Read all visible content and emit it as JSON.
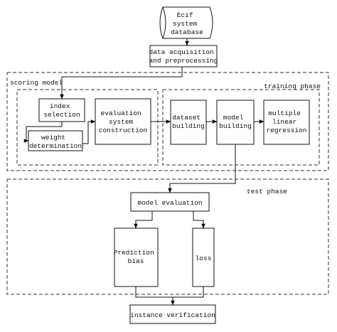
{
  "database": {
    "lines": [
      "Ecif",
      "system",
      "database"
    ]
  },
  "acquisition": {
    "lines": [
      "data acquisition",
      "and preprocessing"
    ]
  },
  "regions": {
    "scoring_model": "scoring model",
    "training_phase": "training phase",
    "test_phase": "test phase"
  },
  "scoring": {
    "index_selection": [
      "index",
      "selection"
    ],
    "weight_determination": [
      "weight",
      "determination"
    ],
    "evaluation_system": [
      "evaluation",
      "system",
      "construction"
    ]
  },
  "training": {
    "dataset_building": [
      "dataset",
      "building"
    ],
    "model_building": [
      "model",
      "building"
    ],
    "regression": [
      "multiple",
      "linear",
      "regression"
    ]
  },
  "test": {
    "model_evaluation": "model evaluation",
    "prediction_bias": [
      "Prediction",
      "bias"
    ],
    "loss": "loss"
  },
  "verification": "instance verification"
}
